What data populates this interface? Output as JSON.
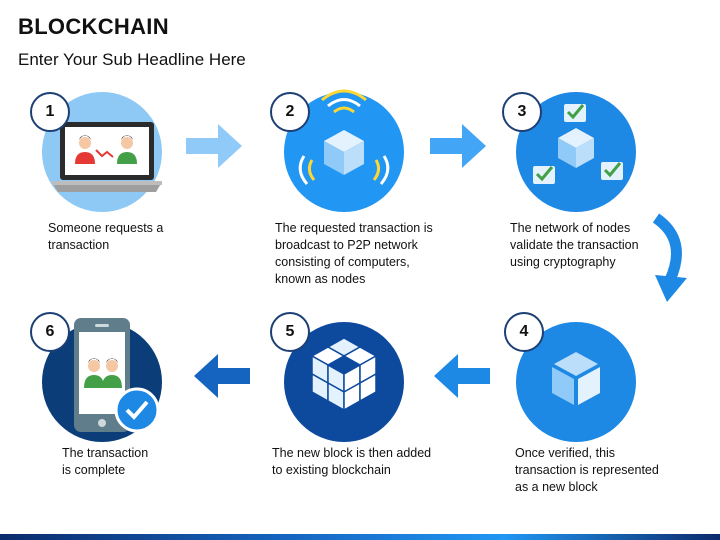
{
  "title": "BLOCKCHAIN",
  "subtitle": "Enter Your Sub Headline Here",
  "steps": [
    {
      "number": "1",
      "lines": [
        "Someone requests a",
        "transaction"
      ]
    },
    {
      "number": "2",
      "lines": [
        "The requested transaction is",
        "broadcast to P2P network",
        "consisting of computers,",
        "known as nodes"
      ]
    },
    {
      "number": "3",
      "lines": [
        "The network of nodes",
        "validate the transaction",
        "using cryptography"
      ]
    },
    {
      "number": "4",
      "lines": [
        "Once verified, this",
        "transaction is represented",
        "as a new block"
      ]
    },
    {
      "number": "5",
      "lines": [
        "The new block is then added",
        "to existing blockchain"
      ]
    },
    {
      "number": "6",
      "lines": [
        "The transaction",
        "is complete"
      ]
    }
  ],
  "colors": {
    "light_blue": "#64b5f6",
    "mid_blue": "#2196f3",
    "blue": "#1e88e5",
    "dark_blue": "#0d47a1",
    "navy": "#1c3f74",
    "check_green": "#43a047"
  }
}
